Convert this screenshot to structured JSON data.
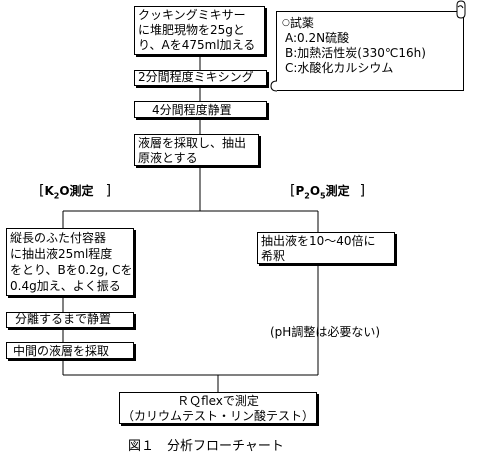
{
  "boxes": {
    "mix1": [
      "クッキングミキサー",
      "に堆肥現物を25gと",
      "り、Aを475ml加える"
    ],
    "mix2": "2分間程度ミキシング",
    "rest": "4分間程度静置",
    "extract": [
      "液層を採取し、抽出",
      "原液とする"
    ],
    "k_step1": [
      "縦長のふた付容器",
      "に抽出液25ml程度",
      "をとり、Bを0.2g, Cを",
      "0.4g加え、よく振る"
    ],
    "k_step2": "分離するまで静置",
    "k_step3": "中間の液層を採取",
    "p_step1": [
      "抽出液を10～40倍に",
      "希釈"
    ],
    "final": [
      "ＲＱflexで測定",
      "（カリウムテスト・リン酸テスト）"
    ]
  },
  "reagents": {
    "title": "試薬",
    "items": [
      "A:0.2N硫酸",
      "B:加熱活性炭(330℃16h)",
      "C:水酸化カルシウム"
    ]
  },
  "k_heading": {
    "open": "[",
    "k": "K",
    "sub2": "2",
    "o": "O測定",
    "close": "]"
  },
  "p_heading": {
    "open": "[",
    "p": "P",
    "sub2": "2",
    "o": "O",
    "sub5": "5",
    "rest": "測定",
    "close": "]"
  },
  "note": "(pH調整は必要ない)",
  "caption": "図１　分析フローチャート"
}
